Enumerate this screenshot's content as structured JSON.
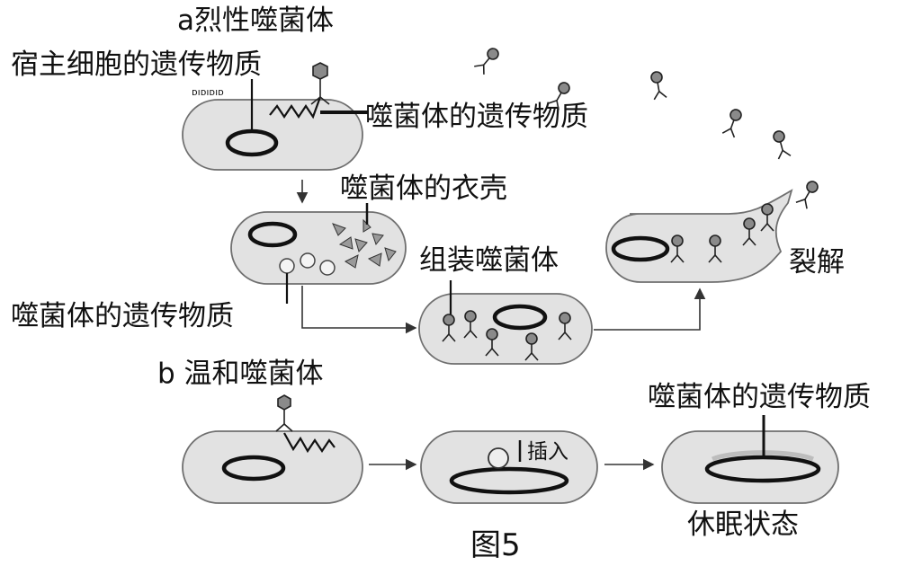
{
  "section_a": {
    "title": "a烈性噬菌体",
    "host_dna_label": "宿主细胞的遗传物质",
    "phage_dna_label_top": "噬菌体的遗传物质",
    "coat_label": "噬菌体的衣壳",
    "phage_dna_label_mid": "噬菌体的遗传物质",
    "assemble_label": "组装噬菌体",
    "lysis_label": "裂解"
  },
  "section_b": {
    "title": "b  温和噬菌体",
    "insert_label": "插入",
    "phage_dna_label": "噬菌体的遗传物质",
    "dormant_label": "休眠状态"
  },
  "figure_caption": "图5"
}
